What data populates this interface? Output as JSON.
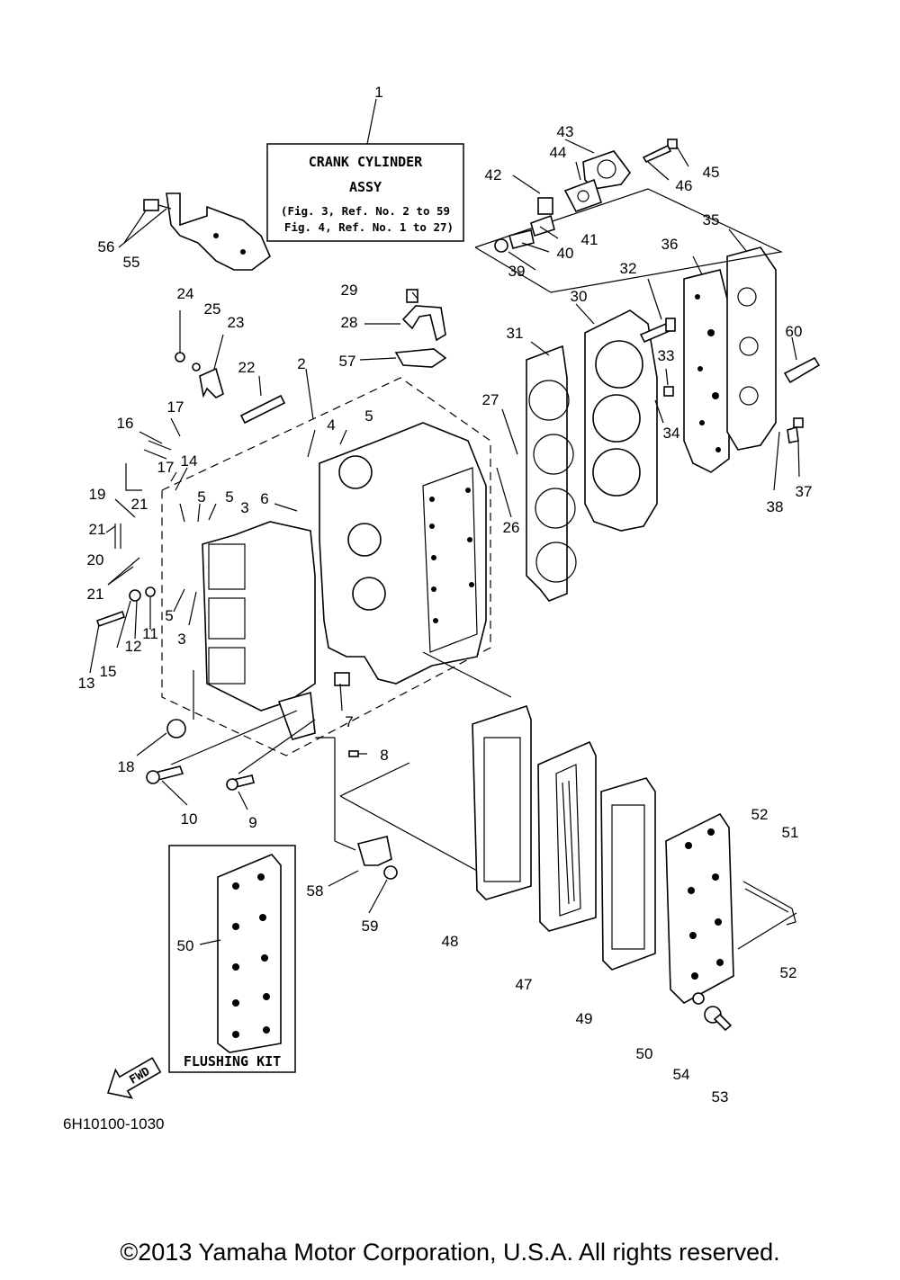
{
  "assembly_box": {
    "line1": "CRANK CYLINDER",
    "line2": "ASSY",
    "line3": "(Fig. 3, Ref. No. 2 to 59",
    "line4": "Fig. 4, Ref. No. 1 to 27)"
  },
  "flushing_kit_label": "FLUSHING KIT",
  "fwd_label": "FWD",
  "diagram_code": "6H10100-1030",
  "copyright": "©2013 Yamaha Motor Corporation, U.S.A. All rights reserved.",
  "callouts": [
    "1",
    "2",
    "3",
    "3",
    "4",
    "5",
    "5",
    "5",
    "5",
    "6",
    "7",
    "8",
    "9",
    "10",
    "11",
    "12",
    "13",
    "14",
    "15",
    "16",
    "17",
    "17",
    "18",
    "19",
    "20",
    "21",
    "21",
    "21",
    "22",
    "23",
    "24",
    "25",
    "26",
    "27",
    "28",
    "29",
    "30",
    "31",
    "32",
    "33",
    "34",
    "35",
    "36",
    "37",
    "38",
    "39",
    "40",
    "41",
    "42",
    "43",
    "44",
    "45",
    "46",
    "47",
    "48",
    "49",
    "50",
    "50",
    "51",
    "52",
    "52",
    "53",
    "54",
    "55",
    "56",
    "57",
    "58",
    "59",
    "60"
  ]
}
